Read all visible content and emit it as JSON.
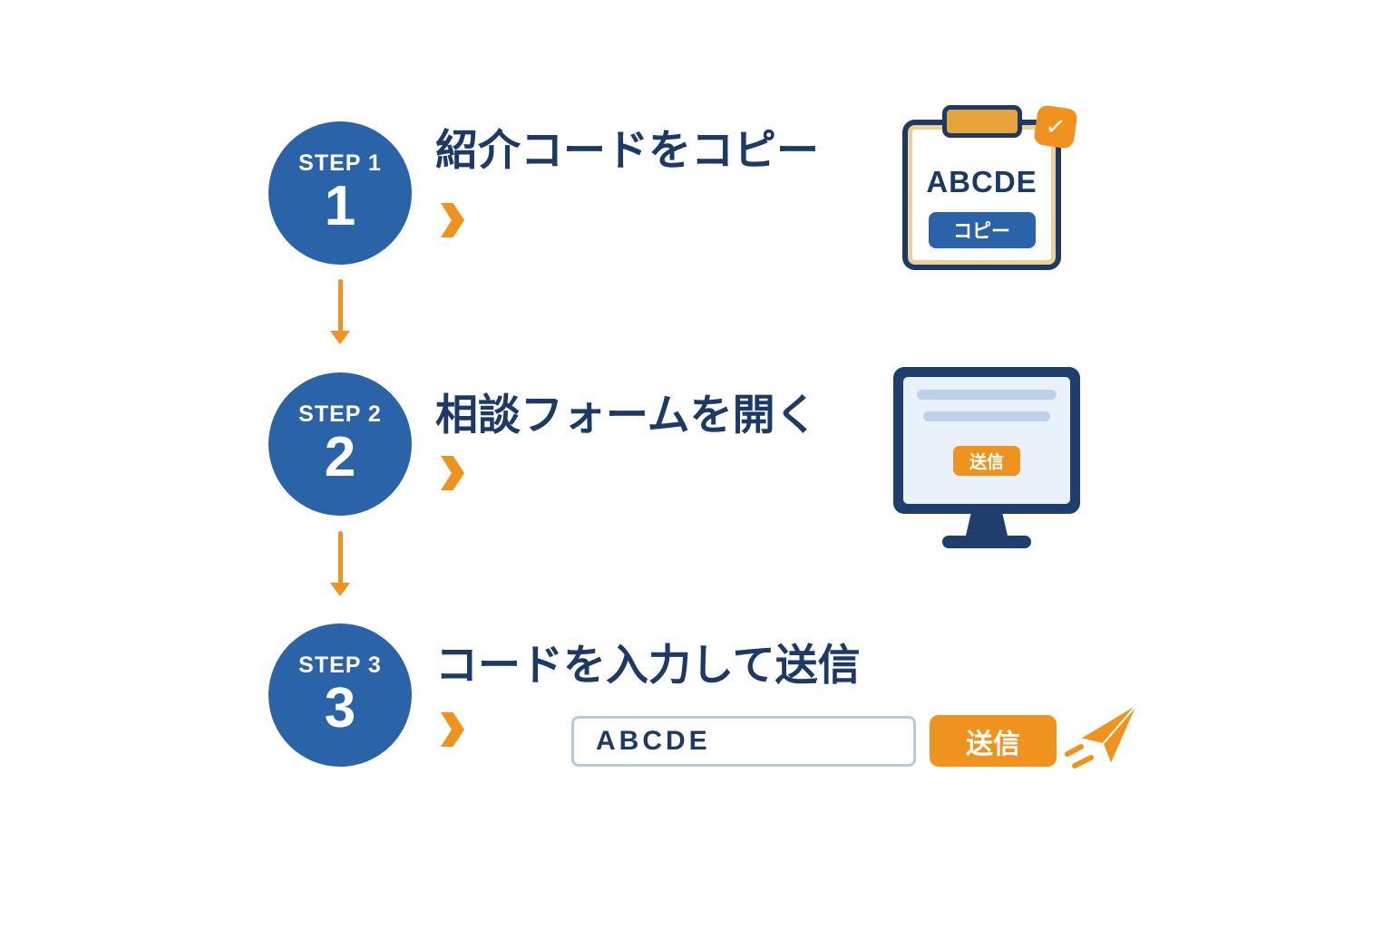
{
  "steps": [
    {
      "label": "STEP 1",
      "number": "1",
      "title": "紹介コードをコピー"
    },
    {
      "label": "STEP 2",
      "number": "2",
      "title": "相談フォームを開く"
    },
    {
      "label": "STEP 3",
      "number": "3",
      "title": "コードを入力して送信"
    }
  ],
  "clipboard": {
    "code": "ABCDE",
    "copy_button_label": "コピー"
  },
  "monitor": {
    "send_button_label": "送信"
  },
  "form": {
    "input_value": "ABCDE",
    "send_button_label": "送信"
  },
  "icons": {
    "checkmark": "✓",
    "chevron_right": "css-shape",
    "down_arrow": "css-shape",
    "paper_plane": "svg-shape"
  },
  "colors": {
    "step_blue": "#2a63a7",
    "navy_text": "#1d3a66",
    "orange": "#f0921e",
    "clip_tan": "#e8a33d",
    "screen_blue": "#e9f1fb",
    "screen_line_blue": "#bdd2ea",
    "input_border": "#b9c9dc"
  }
}
